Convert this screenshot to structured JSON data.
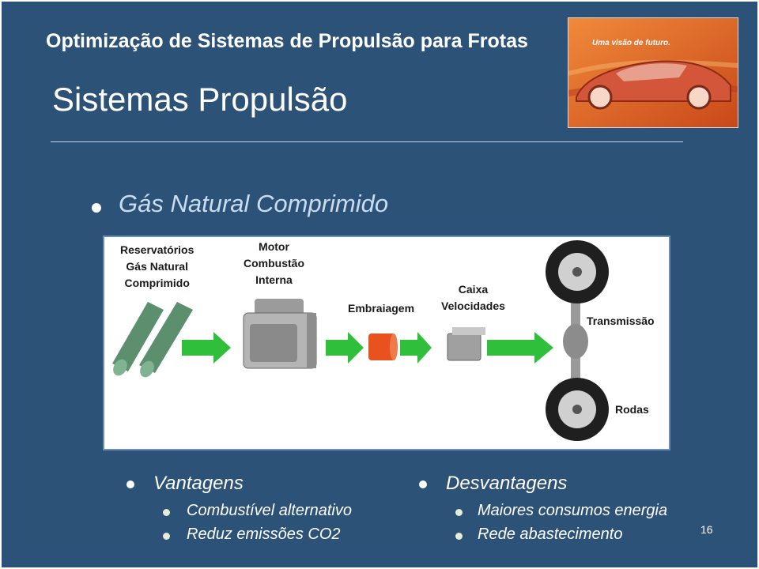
{
  "header": {
    "title": "Optimização de Sistemas de Propulsão para Frotas",
    "section_title": "Sistemas Propulsão"
  },
  "logo": {
    "text": "Uma visão de futuro."
  },
  "main_bullet": "Gás Natural Comprimido",
  "diagram": {
    "tanks_label": [
      "Reservatórios",
      "Gás Natural",
      "Comprimido"
    ],
    "engine_label": [
      "Motor",
      "Combustão",
      "Interna"
    ],
    "clutch_label": "Embraiagem",
    "gearbox_label": [
      "Caixa",
      "Velocidades"
    ],
    "transmission_label": "Transmissão",
    "wheels_label": "Rodas"
  },
  "advantages": {
    "heading": "Vantagens",
    "items": [
      "Combustível alternativo",
      "Reduz emissões CO2"
    ]
  },
  "disadvantages": {
    "heading": "Desvantagens",
    "items": [
      "Maiores consumos energia",
      "Rede abastecimento"
    ]
  },
  "page_number": "16",
  "colors": {
    "background": "#2d5278",
    "arrow": "#2fbf3a",
    "tank": "#5b8f6e",
    "clutch": "#e8521f",
    "logo_bg": "#e8722a"
  }
}
